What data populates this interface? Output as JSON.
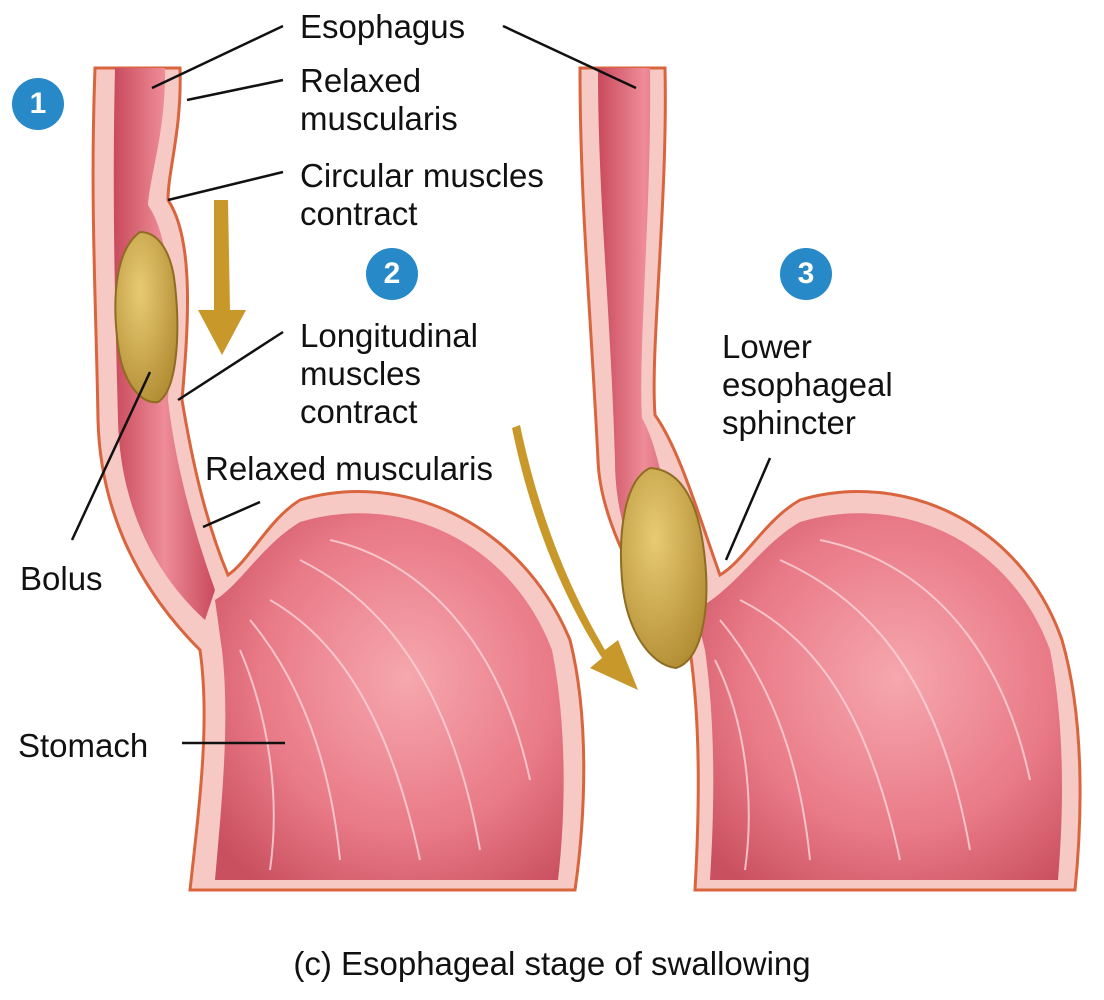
{
  "colors": {
    "badge": "#2789C8",
    "tissue": "#E8707E",
    "tissue_light": "#F4A3AC",
    "wall": "#F6C9C4",
    "muscle_stripe": "#D9653E",
    "bolus": "#C9A84A",
    "arrow": "#C9982A",
    "leader": "#111111"
  },
  "steps": [
    "1",
    "2",
    "3"
  ],
  "labels": {
    "esophagus": "Esophagus",
    "relaxed_muscularis_top": "Relaxed\nmuscularis",
    "circular_muscles": "Circular muscles\ncontract",
    "longitudinal_muscles": "Longitudinal\nmuscles\ncontract",
    "relaxed_muscularis_lower": "Relaxed muscularis",
    "bolus": "Bolus",
    "stomach": "Stomach",
    "lower_sphincter": "Lower\nesophageal\nsphincter"
  },
  "caption": "(c) Esophageal stage of swallowing"
}
